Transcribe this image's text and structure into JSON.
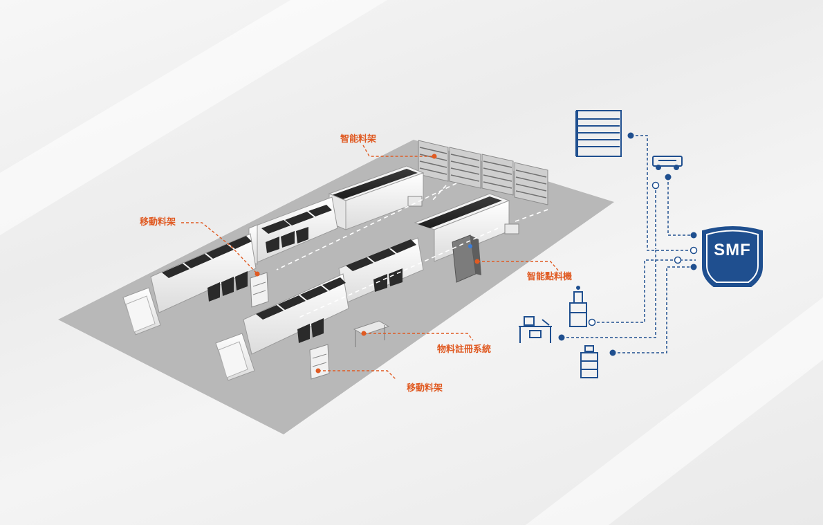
{
  "labels": {
    "smart_rack": "智能料架",
    "mobile_rack_left": "移動料架",
    "smart_counter": "智能點料機",
    "registration_system": "物料註冊系統",
    "mobile_rack_bottom": "移動料架"
  },
  "smf": {
    "text": "SMF",
    "color": "#1f4f8f"
  },
  "colors": {
    "accent": "#e05a22",
    "network": "#1f4f8f",
    "floor": "#b7b7b7"
  },
  "icons": [
    "shelf-rack-icon",
    "agv-cart-icon",
    "pick-place-machine-icon",
    "workstation-desk-icon",
    "mobile-rack-cart-icon"
  ]
}
